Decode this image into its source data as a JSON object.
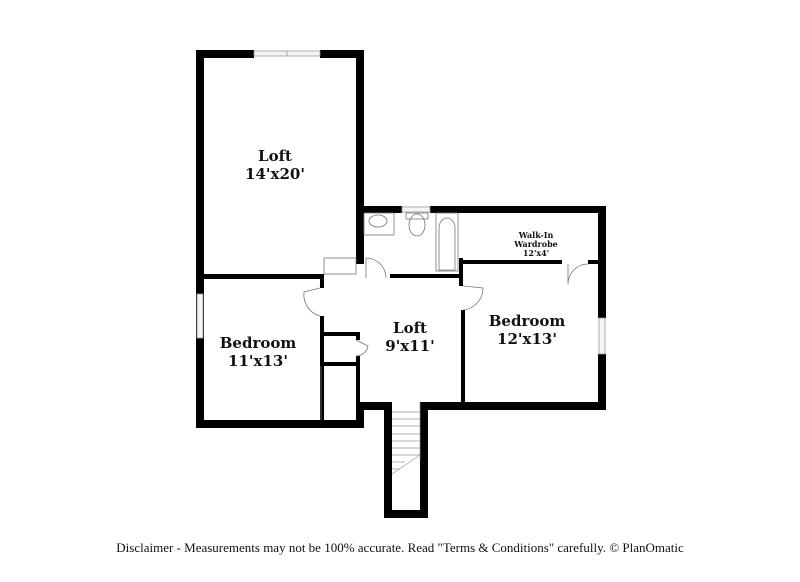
{
  "rooms": [
    {
      "id": "loft-main",
      "name": "Loft",
      "size": "14'x20'"
    },
    {
      "id": "walkin",
      "name": "Walk-In",
      "name2": "Wardrobe",
      "size": "12'x4'"
    },
    {
      "id": "loft-center",
      "name": "Loft",
      "size": "9'x11'"
    },
    {
      "id": "bedroom-left",
      "name": "Bedroom",
      "size": "11'x13'"
    },
    {
      "id": "bedroom-right",
      "name": "Bedroom",
      "size": "12'x13'"
    }
  ],
  "footer": {
    "disclaimer": "Disclaimer - Measurements may not be 100% accurate. Read \"Terms & Conditions\" carefully. © PlanOmatic"
  },
  "colors": {
    "wall": "#000000",
    "fixture": "#888888",
    "window": "#cccccc",
    "background": "#ffffff"
  }
}
